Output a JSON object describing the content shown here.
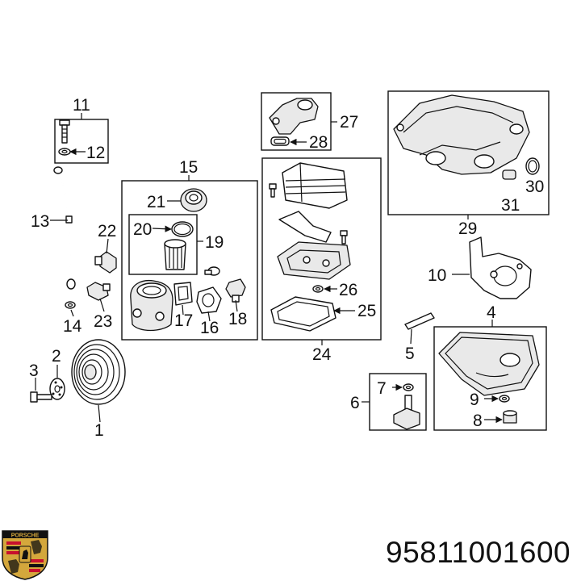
{
  "part_number": "95811001600",
  "brand": {
    "logo_text": "PORSCHE",
    "logo_colors": {
      "gold": "#d4a73c",
      "red": "#c8102e",
      "black": "#111111"
    }
  },
  "callouts": [
    {
      "id": "c1",
      "label": "1"
    },
    {
      "id": "c2",
      "label": "2"
    },
    {
      "id": "c3",
      "label": "3"
    },
    {
      "id": "c4",
      "label": "4"
    },
    {
      "id": "c5",
      "label": "5"
    },
    {
      "id": "c6",
      "label": "6"
    },
    {
      "id": "c7",
      "label": "7"
    },
    {
      "id": "c8",
      "label": "8"
    },
    {
      "id": "c9",
      "label": "9"
    },
    {
      "id": "c10",
      "label": "10"
    },
    {
      "id": "c11",
      "label": "11"
    },
    {
      "id": "c12",
      "label": "12"
    },
    {
      "id": "c13",
      "label": "13"
    },
    {
      "id": "c14",
      "label": "14"
    },
    {
      "id": "c15",
      "label": "15"
    },
    {
      "id": "c16",
      "label": "16"
    },
    {
      "id": "c17",
      "label": "17"
    },
    {
      "id": "c18",
      "label": "18"
    },
    {
      "id": "c19",
      "label": "19"
    },
    {
      "id": "c20",
      "label": "20"
    },
    {
      "id": "c21",
      "label": "21"
    },
    {
      "id": "c22",
      "label": "22"
    },
    {
      "id": "c23",
      "label": "23"
    },
    {
      "id": "c24",
      "label": "24"
    },
    {
      "id": "c25",
      "label": "25"
    },
    {
      "id": "c26",
      "label": "26"
    },
    {
      "id": "c27",
      "label": "27"
    },
    {
      "id": "c28",
      "label": "28"
    },
    {
      "id": "c29",
      "label": "29"
    },
    {
      "id": "c30",
      "label": "30"
    },
    {
      "id": "c31",
      "label": "31"
    }
  ]
}
